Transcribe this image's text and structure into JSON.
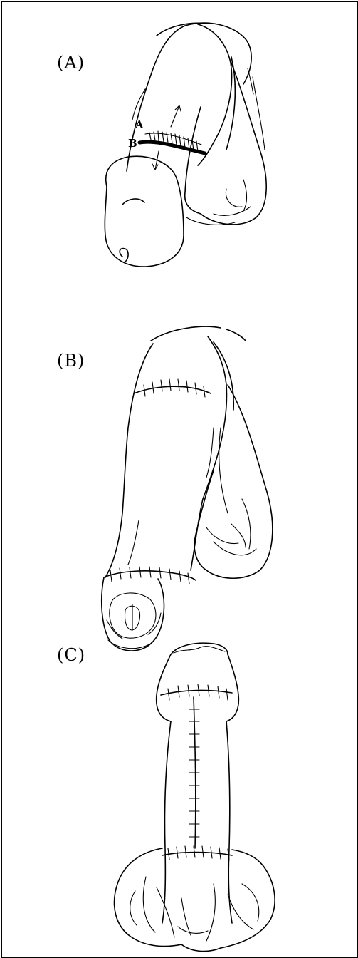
{
  "panels": [
    {
      "label": "(A)",
      "markers": [
        "A",
        "B"
      ]
    },
    {
      "label": "(B)"
    },
    {
      "label": "(C)"
    }
  ],
  "colors": {
    "ink": "#000000",
    "background": "#ffffff"
  }
}
